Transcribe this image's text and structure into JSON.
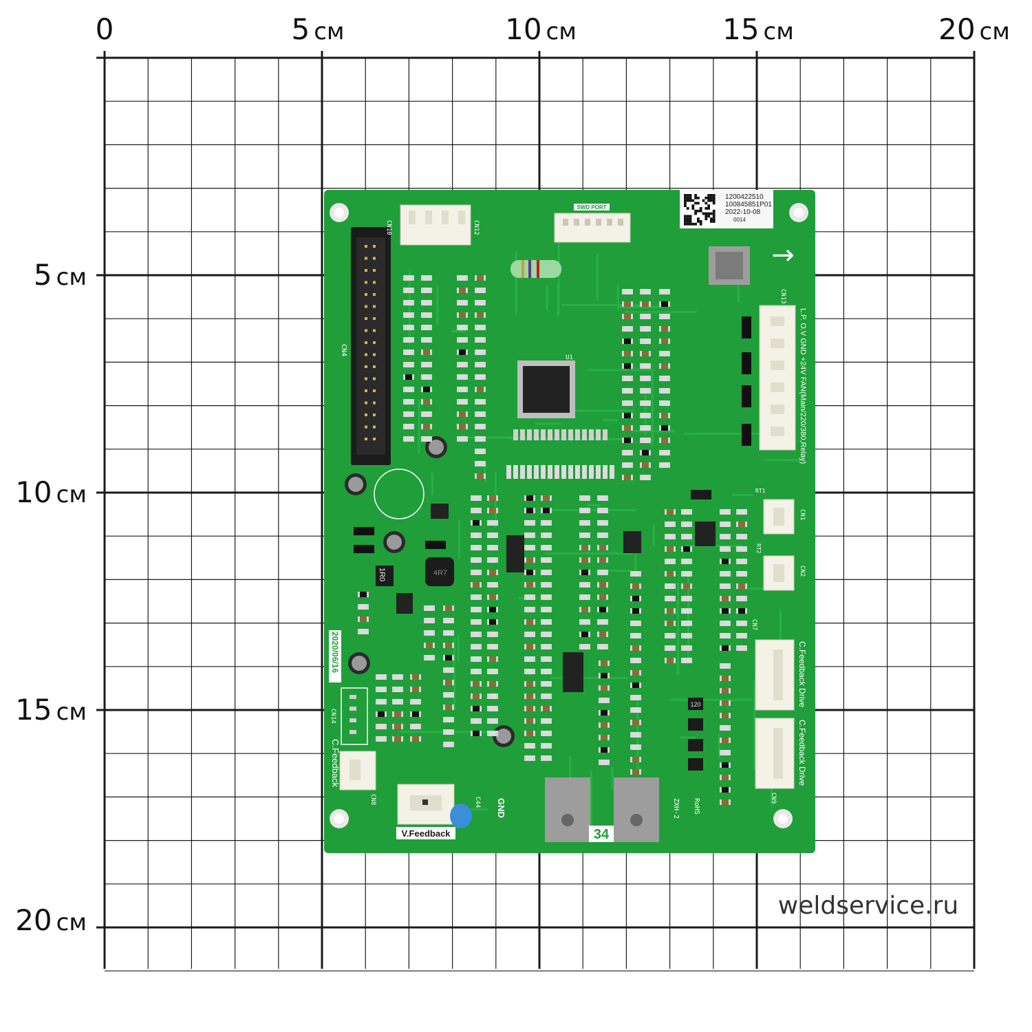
{
  "ruler": {
    "x_labels": [
      {
        "num": "0",
        "unit": ""
      },
      {
        "num": "5",
        "unit": "см"
      },
      {
        "num": "10",
        "unit": "см"
      },
      {
        "num": "15",
        "unit": "см"
      },
      {
        "num": "20",
        "unit": "см"
      }
    ],
    "y_labels": [
      {
        "num": "5",
        "unit": "см"
      },
      {
        "num": "10",
        "unit": "см"
      },
      {
        "num": "15",
        "unit": "см"
      },
      {
        "num": "20",
        "unit": "см"
      }
    ]
  },
  "board": {
    "colors": {
      "pcb": "#1f9e3a",
      "pcb_dark": "#17852f",
      "trace": "#2bb54a",
      "silkscreen": "#ffffff",
      "connector": "#f4f1e6",
      "header": "#1b1b1b",
      "ic": "#222222",
      "pad": "#d9d9d9",
      "capacitor_blue": "#3a8fd8"
    },
    "label_sticker": {
      "line1": "1200422510",
      "line2": "100845851P01",
      "line3": "2022-10-08",
      "line4": "0014"
    },
    "silk_labels": {
      "swd_port": "SWD PORT",
      "cn4": "CN4",
      "cn10": "CN10",
      "cn12": "CN12",
      "cn13": "CN13",
      "cn1": "CN1",
      "cn2": "CN2",
      "cn7": "CN7",
      "cn8": "CN8",
      "cn9": "CN9",
      "cn14": "CN14",
      "right_header": "L.P. O.V GND +24V FAN(Main/220/380,Relay)",
      "feedback_drive_1": "C.Feedback Drive",
      "feedback_drive_2": "C.Feedback Drive",
      "c_feedback": "C.Feedback",
      "v_feedback": "V.Feedback",
      "gnd": "GND",
      "date": "2020/06/16",
      "inductor": "1R0",
      "power_inductor": "4R7",
      "resistor_120": "120",
      "badge_34": "34",
      "part_no": "ZXH-2",
      "rohs": "RoHS",
      "c44": "C44",
      "rt1": "RT1",
      "rt2": "RT2",
      "u1": "U1"
    }
  },
  "watermark": "weldservice.ru"
}
